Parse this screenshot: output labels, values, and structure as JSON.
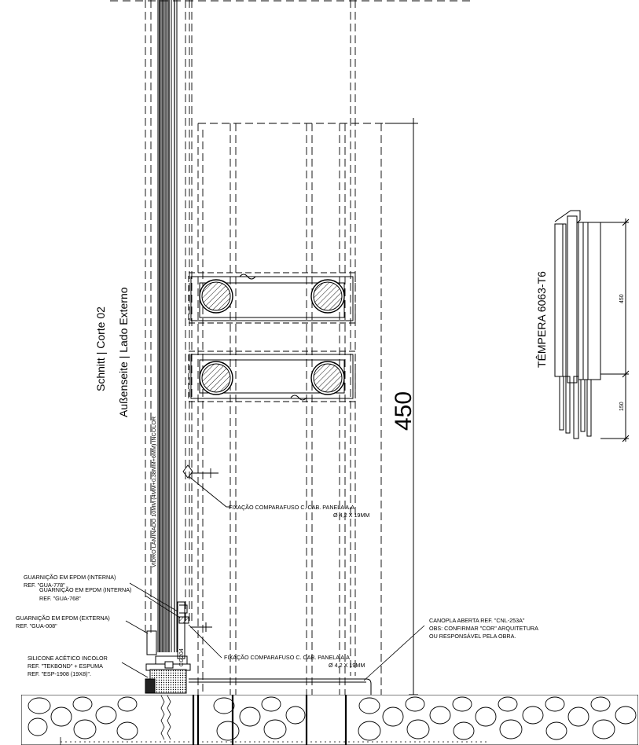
{
  "section": {
    "line1": "Schnitt | Corte 02",
    "line2": "Außenseite | Lado Externo"
  },
  "glass_label": "VIDRO LAMINADO 10MM (4MM+0,38MM+6MM) INCOLOR",
  "temper_label": "TÊMPERA 6063-T6",
  "dimension_main": "450",
  "side_dims": {
    "upper": "450",
    "lower": "150"
  },
  "profile_code": "CG204",
  "notes": {
    "fix1": {
      "l1": "FIXAÇÃO COMPARAFUSO C. CAB. PANELA A.A",
      "l2": "Ø 4,2 X 19MM"
    },
    "fix2": {
      "l1": "FIXAÇÃO COMPARAFUSO C. CAB. PANELA A.A",
      "l2": "Ø 4,2 X 19MM"
    },
    "gasket_int1": {
      "l1": "GUARNIÇÃO EM EPDM (INTERNA)",
      "l2": "REF. \"GUA-778\""
    },
    "gasket_int2": {
      "l1": "GUARNIÇÃO EM EPDM (INTERNA)",
      "l2": "REF. \"GUA-768\""
    },
    "gasket_ext": {
      "l1": "GUARNIÇÃO EM EPDM (EXTERNA)",
      "l2": "REF. \"GUA-008\""
    },
    "silicone": {
      "l1": "SILICONE ACÉTICO INCOLOR",
      "l2": "REF. \"TEKBOND\" + ESPUMA",
      "l3": "REF. \"ESP-1908 (19X8)\"."
    },
    "canopla": {
      "l1": "CANOPLA ABERTA REF. \"CNL-253A\"",
      "l2": "OBS: CONFIRMAR \"COR\" ARQUITETURA",
      "l3": "OU RESPONSÁVEL PELA OBRA."
    }
  },
  "colors": {
    "line": "#000000",
    "hatch": "#555555",
    "background": "#ffffff"
  }
}
